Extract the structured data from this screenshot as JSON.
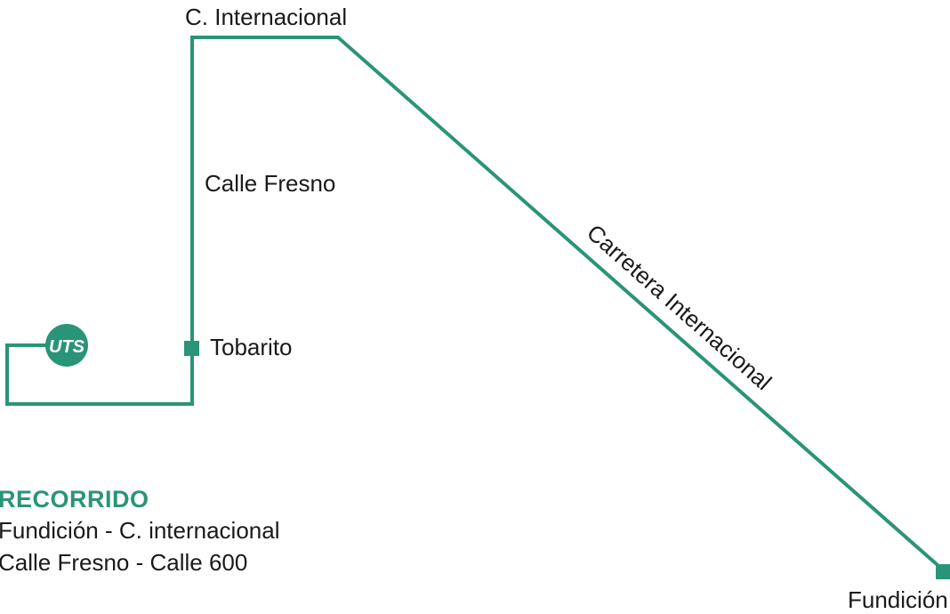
{
  "colors": {
    "route": "#2a9478",
    "text": "#1a1a1a",
    "logo_text": "#ffffff"
  },
  "map": {
    "stops": {
      "c_internacional": "C. Internacional",
      "tobarito": "Tobarito",
      "fundicion": "Fundición"
    },
    "streets": {
      "calle_fresno": "Calle Fresno",
      "carretera_internacional": "Carretera Internacional"
    },
    "logo": {
      "text": "UTS",
      "icon": "operator-logo-icon"
    }
  },
  "legend": {
    "title": "RECORRIDO",
    "lines": [
      "Fundición - C. internacional",
      "Calle Fresno - Calle 600"
    ]
  }
}
